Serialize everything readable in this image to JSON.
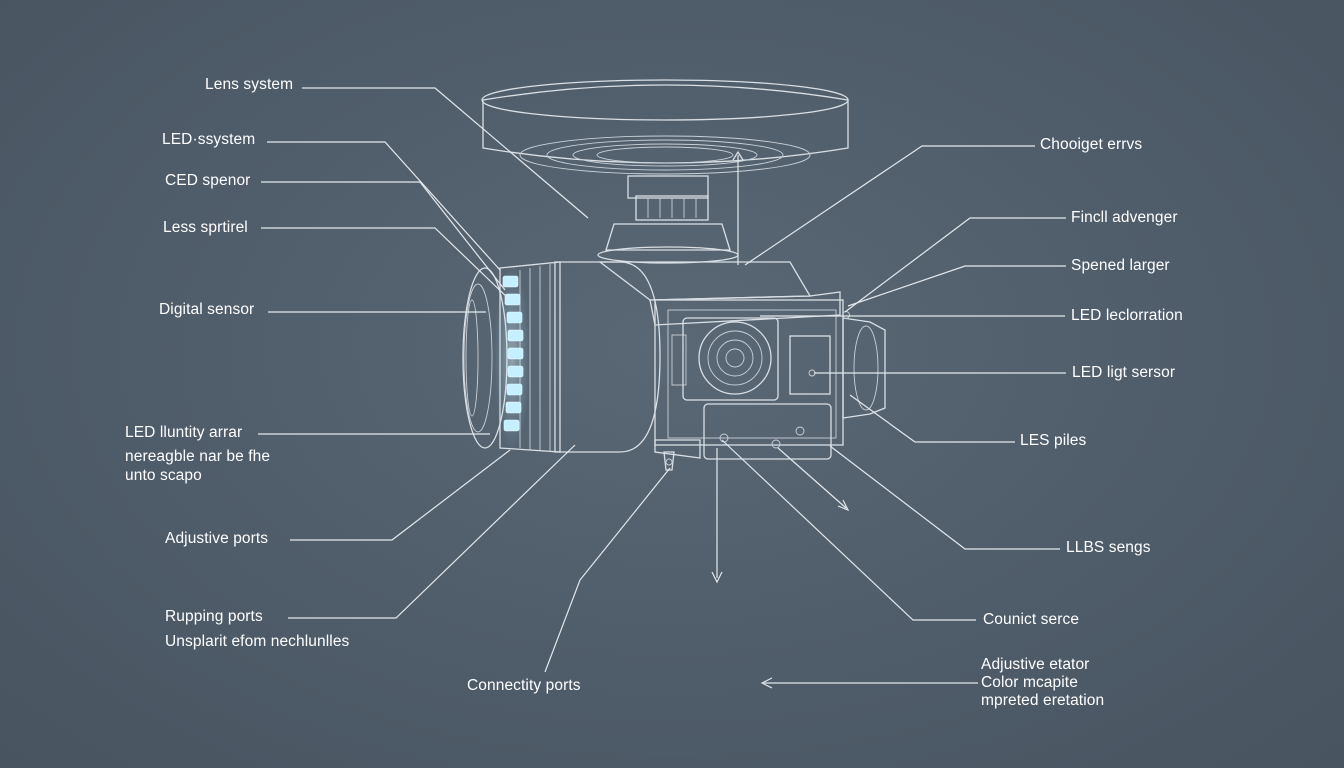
{
  "labels": {
    "lens_system": "Lens system",
    "led_ssystem": "LED·ssystem",
    "ced_spenor": "CED spenor",
    "less_sprtirel": "Less sprtirel",
    "digital_sensor": "Digital sensor",
    "led_lluntity_arrar": "LED lluntity arrar",
    "nereagble_line_1": "nereagble nar be fhe",
    "nereagble_line_2": "unto scapo",
    "adjustive_ports": "Adjustive ports",
    "rupping_ports": "Rupping ports",
    "unsplarit": "Unsplarit efom nechlunlles",
    "connectity_ports": "Connectity ports",
    "chooiget_errvs": "Chooiget errvs",
    "fincll_advenger": "Fincll advenger",
    "spened_larger": "Spened larger",
    "led_leclorration": "LED leclorration",
    "led_ligt_sersor": "LED ligt sersor",
    "les_piles": "LES piles",
    "llbs_sengs": "LLBS sengs",
    "counict_serce": "Counict serce",
    "adjustive_etator_1": "Adjustive etator",
    "adjustive_etator_2": "Color mcapite",
    "adjustive_etator_3": "mpreted eretation"
  },
  "colors": {
    "background": "#505d6b",
    "line": "#e3e8ec",
    "text": "#ffffff",
    "led_glow": "#c4f0ff"
  }
}
